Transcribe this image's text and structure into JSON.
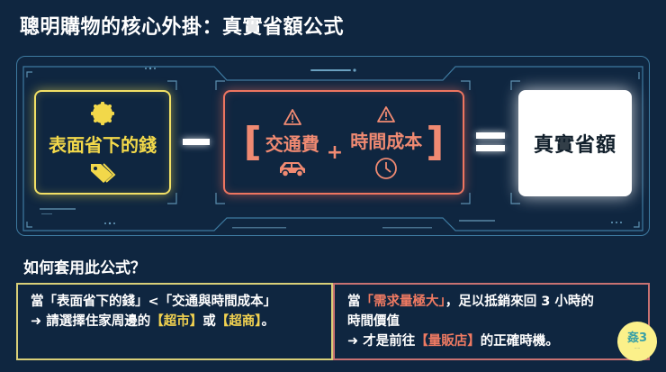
{
  "header": {
    "title": "聰明購物的核心外掛：真實省額公式"
  },
  "formula": {
    "left_term": {
      "label": "表面省下的錢",
      "icons": [
        "sun-badge-icon",
        "price-tag-icon"
      ],
      "color": "#f2d84a"
    },
    "minus_operator": "−",
    "cost_group": {
      "open_bracket": "[",
      "close_bracket": "]",
      "terms": [
        {
          "label": "交通費",
          "top_icon": "warning-icon",
          "bottom_icon": "car-icon"
        },
        {
          "label": "時間成本",
          "top_icon": "warning-icon",
          "bottom_icon": "clock-icon"
        }
      ],
      "plus_operator": "+",
      "color": "#f08a72"
    },
    "equals_operator": "=",
    "result": {
      "label": "真實省額",
      "background": "#ffffff"
    }
  },
  "usage": {
    "heading": "如何套用此公式？",
    "left_panel": {
      "line1": "當「表面省下的錢」<「交通與時間成本」",
      "line2_prefix": "➜ 請選擇住家周邊的",
      "highlight1": "【超市】",
      "connector": "或",
      "highlight2": "【超商】",
      "suffix": "。",
      "border_color": "#d9cf78",
      "highlight_color": "#f2d250"
    },
    "right_panel": {
      "line1_prefix": "當",
      "highlight1": "「需求量極大」",
      "line1_suffix": "，足以抵銷來回 3 小時的",
      "line2": "時間價值",
      "line3_prefix": "➜ 才是前往",
      "highlight2": "【量販店】",
      "line3_suffix": "的正確時機。",
      "border_color": "#c87272",
      "highlight_color": "#ef7a62"
    }
  },
  "logo": {
    "mark": "姦3",
    "background": "#fbf08a"
  }
}
